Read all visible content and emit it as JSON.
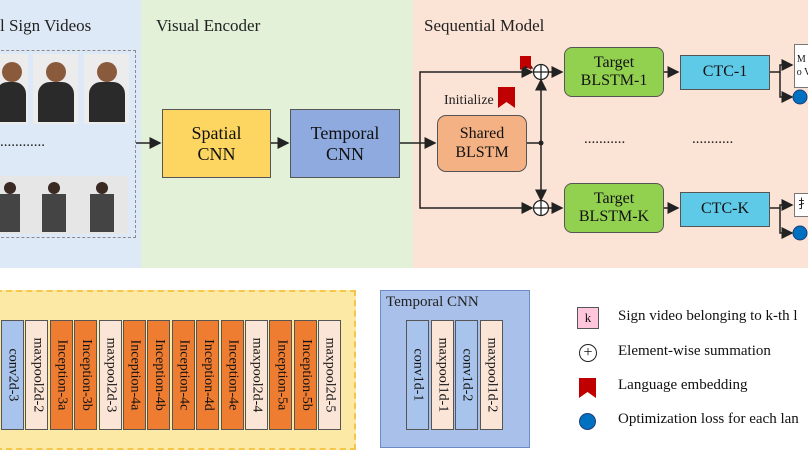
{
  "panels": {
    "videos_title": "l Sign Videos",
    "encoder_title": "Visual Encoder",
    "sequential_title": "Sequential Model",
    "temporal_cnn_title": "Temporal CNN"
  },
  "videos": {
    "ellipsis": "............"
  },
  "encoder": {
    "spatial": "Spatial CNN",
    "temporal": "Temporal CNN"
  },
  "sequential": {
    "initialize": "Initialize",
    "shared": "Shared BLSTM",
    "target1": "Target BLSTM-1",
    "targetK": "Target BLSTM-K",
    "ctc1": "CTC-1",
    "ctcK": "CTC-K",
    "dots_mid": "...........",
    "dots_mid2": "...........",
    "out1": "M lo V",
    "outK": "扌"
  },
  "spatial_layers": [
    "conv2d-3",
    "maxpool2d-2",
    "Inception-3a",
    "Inception-3b",
    "maxpool2d-3",
    "Inception-4a",
    "Inception-4b",
    "Inception-4c",
    "Inception-4d",
    "Inception-4e",
    "maxpool2d-4",
    "Inception-5a",
    "Inception-5b",
    "maxpool2d-5"
  ],
  "temporal_layers": [
    "conv1d-1",
    "maxpool1d-1",
    "conv1d-2",
    "maxpool1d-2"
  ],
  "legend": {
    "k_symbol": "k",
    "sign_video": "Sign video belonging to k-th l",
    "sum_text": "Element-wise summation",
    "lang_text": "Language embedding",
    "loss_text": "Optimization loss for each lan"
  },
  "colors": {
    "video_bg": "#dde9f6",
    "encoder_bg": "#e3f1d8",
    "sequential_bg": "#fbe3d6",
    "spatial_panel_bg": "#fde9a6",
    "spatial_panel_border": "#f6c64a",
    "temporal_panel_bg": "#a9c0ea",
    "temporal_panel_border": "#6d8cc6",
    "spatial_cnn": "#fcd660",
    "temporal_cnn": "#8eaadf",
    "shared_blstm": "#f4b183",
    "target_blstm": "#92d050",
    "ctc": "#5fcae8",
    "inception": "#ee7d32",
    "maxpool": "#fbe5d6",
    "conv": "#a8c4ec",
    "loss_dot": "#0070c0",
    "lang_embed": "#c00000",
    "k_box": "#ffc6dc"
  }
}
